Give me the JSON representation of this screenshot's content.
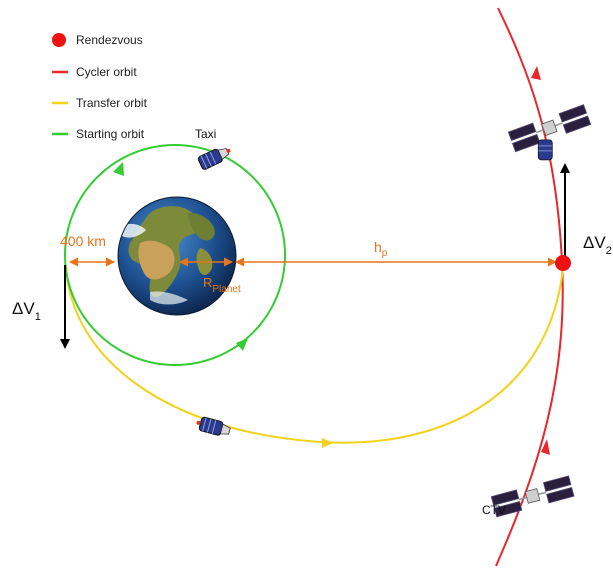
{
  "legend": {
    "rendezvous": "Rendezvous",
    "cycler": "Cycler orbit",
    "transfer": "Transfer orbit",
    "starting": "Starting orbit"
  },
  "labels": {
    "taxi": "Taxi",
    "ctv": "CTV",
    "altitude": "400 km",
    "hp_main": "h",
    "hp_sub": "p",
    "r_main": "R",
    "r_sub": "Planet",
    "dv1_main": "ΔV",
    "dv1_sub": "1",
    "dv2_main": "ΔV",
    "dv2_sub": "2"
  },
  "colors": {
    "rendezvous": "#ee1111",
    "cycler": "#e8262b",
    "transfer": "#f2d21b",
    "starting": "#33cc33",
    "dimension": "#e8751a",
    "arrow": "#000000"
  },
  "icons": {
    "planet": "earth-globe",
    "taxi": "space-capsule",
    "cycler_vehicle": "space-station",
    "ctv_vehicle": "space-station"
  }
}
